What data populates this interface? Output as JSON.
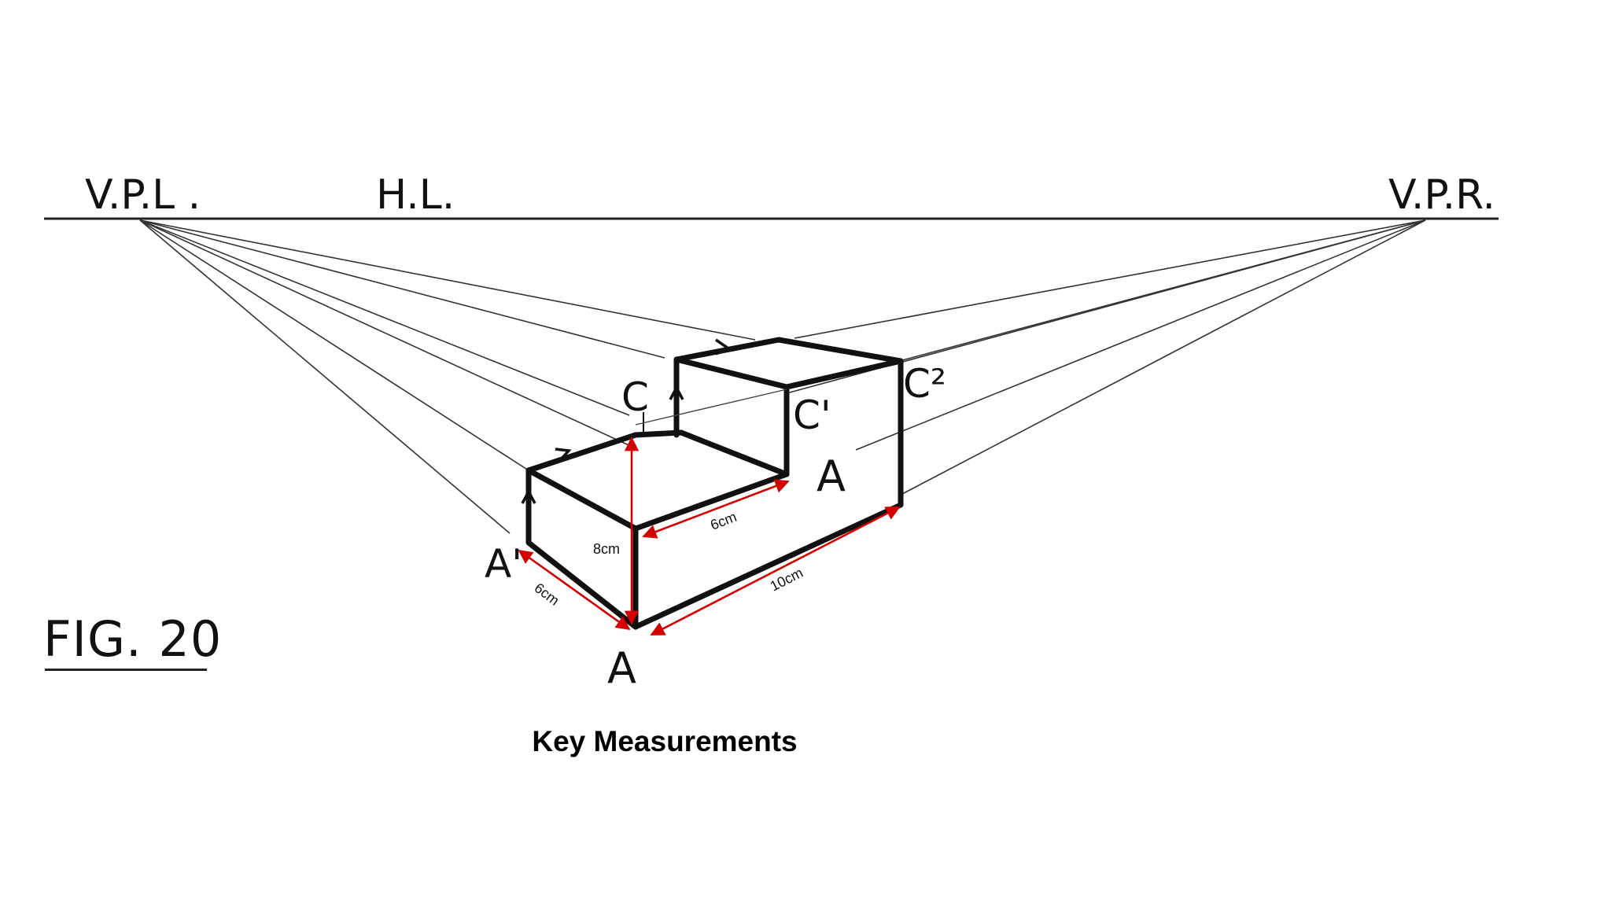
{
  "labels": {
    "vpl": "V.P.L .",
    "hl": "H.L.",
    "vpr": "V.P.R.",
    "c": "C",
    "c1": "C'",
    "c2": "C²",
    "a_mid": "A",
    "a_prime": "A'",
    "a_bottom": "A"
  },
  "figure": {
    "label": "FIG. 20"
  },
  "measurements": {
    "width_left": "6cm",
    "height": "8cm",
    "depth_top": "6cm",
    "length": "10cm"
  },
  "caption": "Key Measurements",
  "colors": {
    "lines": "#111111",
    "measure": "#d40000"
  }
}
